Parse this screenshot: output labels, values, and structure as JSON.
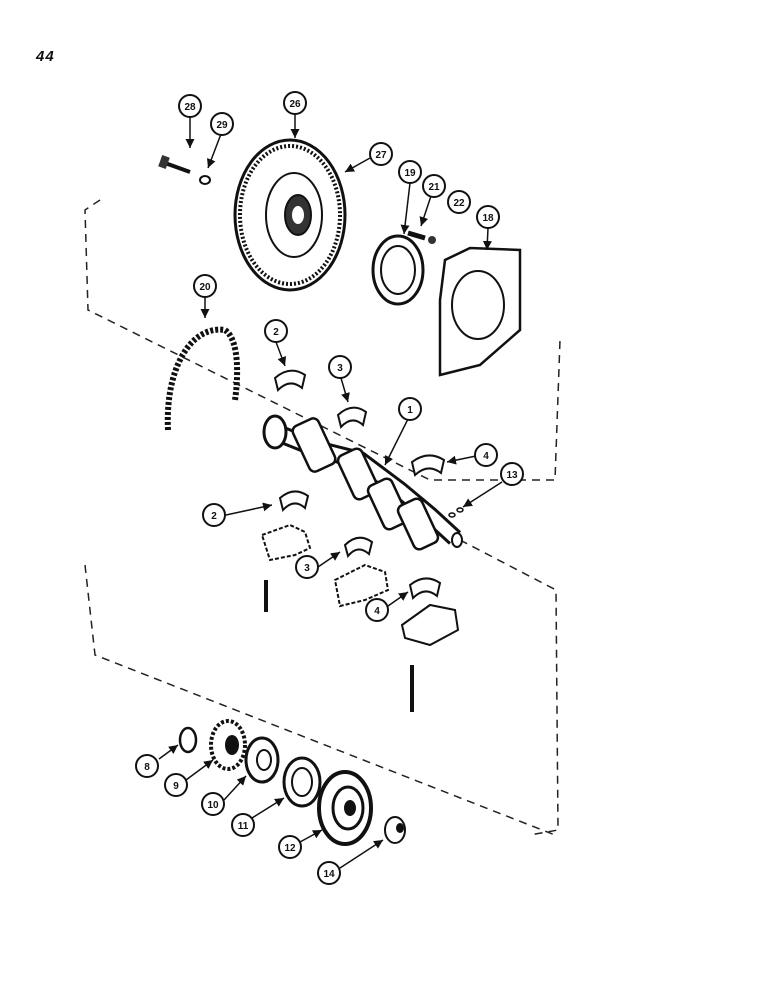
{
  "page_number": "44",
  "callouts": [
    "28",
    "29",
    "26",
    "27",
    "19",
    "21",
    "22",
    "18",
    "20",
    "2",
    "3",
    "1",
    "4",
    "13",
    "2",
    "3",
    "4",
    "8",
    "9",
    "10",
    "11",
    "12",
    "14"
  ]
}
